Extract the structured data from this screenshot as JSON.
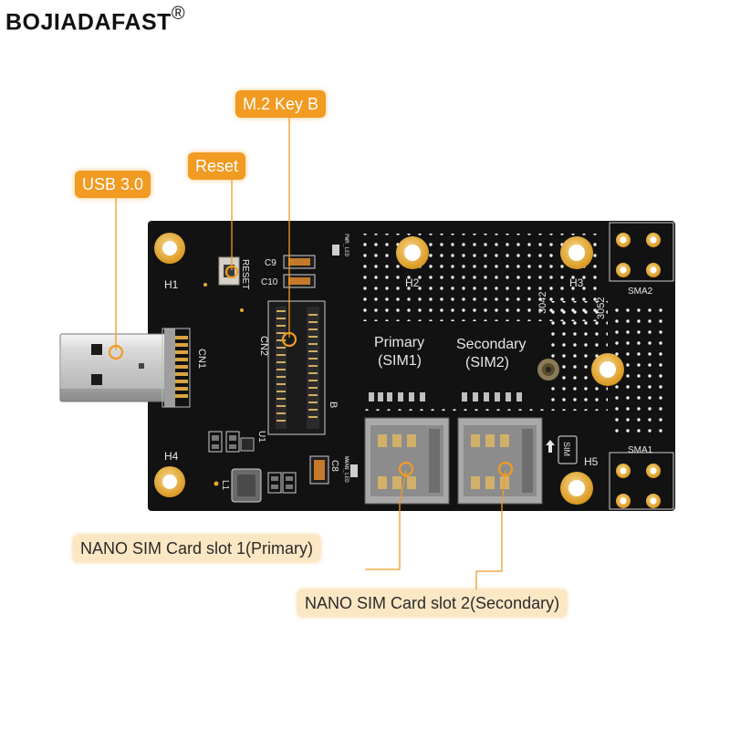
{
  "brand": {
    "name": "BOJIADAFAST",
    "mark": "®"
  },
  "callouts": {
    "usb": "USB 3.0",
    "reset": "Reset",
    "m2": "M.2 Key B",
    "sim1": "NANO SIM Card slot 1(Primary)",
    "sim2": "NANO SIM Card slot 2(Secondary)"
  },
  "board": {
    "h1": "H1",
    "h2": "H2",
    "h3": "H3",
    "h4": "H4",
    "h5": "H5",
    "cn1": "CN1",
    "cn2": "CN2",
    "reset": "RESET",
    "c9": "C9",
    "c10": "C10",
    "c8": "C8",
    "u1": "U1",
    "l1": "L1",
    "primary": "Primary",
    "sim1": "(SIM1)",
    "secondary": "Secondary",
    "sim2": "(SIM2)",
    "k3042": "3042",
    "k3052": "3052",
    "sma1": "SMA1",
    "sma2": "SMA2",
    "sim": "SIM",
    "keyb": "B",
    "pwr_led": "PWR_LED",
    "wwan_led": "WWAN_LED"
  },
  "colors": {
    "accent": "#f19b22",
    "pcb": "#121212",
    "pad": "#e7a92a"
  }
}
